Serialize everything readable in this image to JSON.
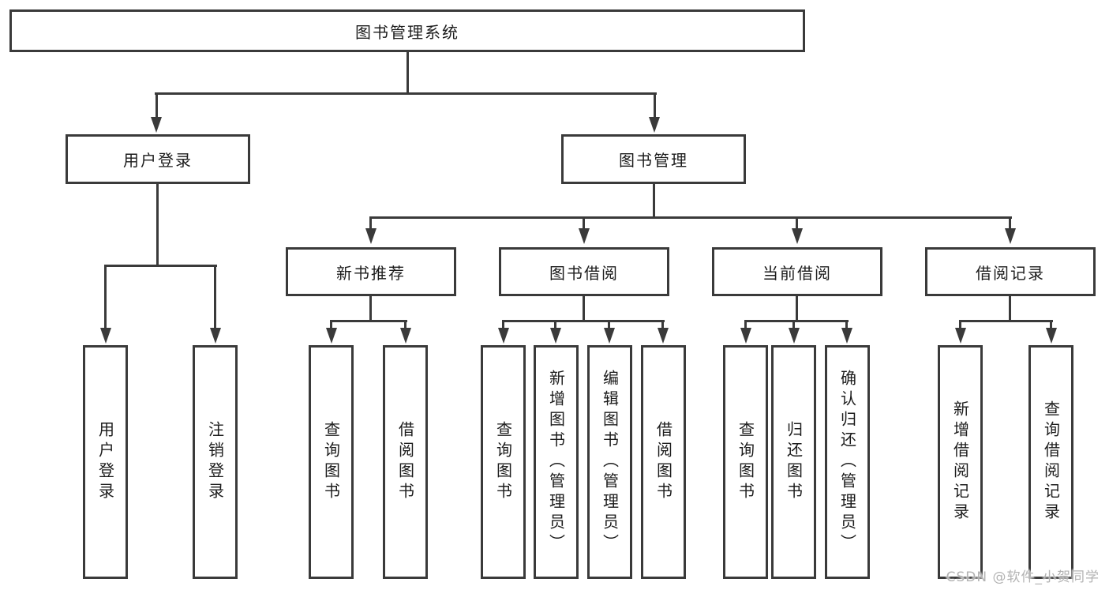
{
  "diagram": {
    "root": {
      "label": "图书管理系统"
    },
    "level1": [
      {
        "label": "用户登录",
        "leaves": [
          "用户登录",
          "注销登录"
        ]
      },
      {
        "label": "图书管理",
        "groups": [
          {
            "label": "新书推荐",
            "leaves": [
              "查询图书",
              "借阅图书"
            ]
          },
          {
            "label": "图书借阅",
            "leaves": [
              "查询图书",
              "新增图书（管理员）",
              "编辑图书（管理员）",
              "借阅图书"
            ]
          },
          {
            "label": "当前借阅",
            "leaves": [
              "查询图书",
              "归还图书",
              "确认归还（管理员）"
            ]
          },
          {
            "label": "借阅记录",
            "leaves": [
              "新增借阅记录",
              "查询借阅记录"
            ]
          }
        ]
      }
    ],
    "colors": {
      "line": "#3a3a3a",
      "text": "#1c1c1c",
      "watermark": "#b3b3b3"
    },
    "watermark": "CSDN @软件_小贺同学"
  }
}
